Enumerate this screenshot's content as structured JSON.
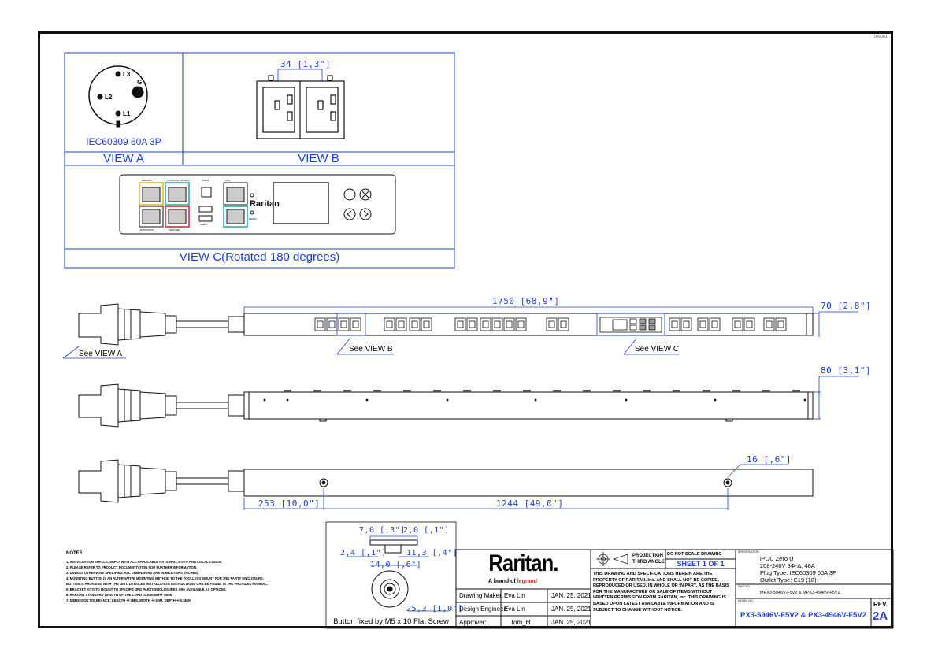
{
  "drawing": {
    "corner_code": "000001",
    "view_a": {
      "plug_label": "IEC60309 60A 3P",
      "pins": [
        "L3",
        "G",
        "L2",
        "L1"
      ],
      "title": "VIEW A"
    },
    "view_b": {
      "title": "VIEW B",
      "width_dim": "34 [1,3\"]"
    },
    "view_c": {
      "title": "VIEW C(Rotated 180 degrees)",
      "port_labels": [
        "SENSOR",
        "CONSOLE / MODEM",
        "USB-B",
        "ETH",
        "EXPANSION",
        "FEATURE",
        "USB-A",
        "RESET"
      ],
      "brand": "Raritan",
      "buttons": [
        "circle",
        "close",
        "left",
        "right"
      ]
    },
    "front_view": {
      "overall_dim": "1750 [68,9\"]",
      "depth_dim": "70 [2,8\"]",
      "callouts": [
        "See VIEW A",
        "See VIEW B",
        "See VIEW C"
      ]
    },
    "side_view": {
      "height_dim": "80 [3,1\"]"
    },
    "back_view": {
      "hole_dim": "16 [,6\"]",
      "left_offset_dim": "253 [10,0\"]",
      "hole_spacing_dim": "1244 [49,0\"]"
    },
    "button_detail": {
      "dims": [
        "7,0 [,3\"]",
        "2,0 [,1\"]",
        "2,4 [,1\"]",
        "11,3 [,4\"]",
        "14,0 [,6\"]",
        "25,3 [1,0\"]"
      ],
      "caption": "Button fixed by M5 x 10 Flat Screw"
    },
    "notes": {
      "heading": "NOTES:",
      "lines": [
        "1. INSTALLATION SHALL COMPLY WITH ALL APPLICABLE NATIONAL, STATE AND LOCAL CODES.",
        "2. PLEASE REFER TO PRODUCT DOCUMENTATION FOR FURTHER INFORMATION.",
        "3. UNLESS OTHERWISE SPECIFIED, ALL DIMENSIONS ARE IN MILLITERS [INCHES].",
        "4. MOUNTING BUTTON IS AN ALTERNATIVE MOUNTING METHOD TO THE TOOLLESS MOUNT FOR 3RD PARTY ENCLOSURE.",
        "   BUTTON IS PROVIDED WITH THE UNIT. DETAILED INSTALLATION INSTRUCTIONS CAN BE FOUND IN THE PROVIDED MANUAL.",
        "5. BRACKET KITS TO MOUNT TO SPECIFIC 3RD PARTY ENCLOSURES ARE AVAILABLE AS OPTIONS.",
        "6. RARITAN STANDARD LENGTH OF THE CORD IS 3000MM+/-70MM",
        "7. DIMENSION TOLERANCE: LENGTH +/-3MM, WIDTH +/-1MM, DEPTH +/-0.5MM"
      ]
    },
    "title_block": {
      "logo": "Raritan.",
      "logo_sub": "A brand of",
      "logo_sub_brand": "legrand",
      "maker_label": "Drawing Maker:",
      "maker": "Eva Lin",
      "maker_date": "JAN. 25, 2021",
      "engineer_label": "Design Engineer:",
      "engineer": "Eva Lin",
      "engineer_date": "JAN. 25, 2021",
      "approver_label": "Approver:",
      "approver": "Tom_H",
      "approver_date": "JAN. 25, 2021",
      "projection": "PROJECTION",
      "projection2": "THIRD ANGLE",
      "no_scale": "DO NOT SCALE DRAWING",
      "sheet": "SHEET 1 OF 1",
      "disclaimer": "THIS DRAWING AND SPECIFICATIONS HEREIN ARE THE PROPERTY OF RARITAN, Inc. AND SHALL NOT BE COPIED, REPRODUCED OR USED, IN WHOLE OR IN PART, AS THE BASIS FOR THE MANUFACTURE OR SALE OF ITEMS WITHOUT WRITTEN PERMISSION FROM RARITAN, Inc. THIS DRAWING IS BASED UPON LATEST AVAILABLE INFORMATION AND IS SUBJECT TO CHANGE WITHOUT NOTICE.",
      "spec_label": "SPECIFICATION",
      "spec_lines": [
        "iPDU Zero U",
        "208-240V 3Φ-Δ, 48A",
        "Plug Type: IEC60309 60A 3P",
        "Outlet Type: C19 (18)"
      ],
      "dwg_label": "DWG NO.",
      "dwg_no": "MPX3-5946V-F5V2 & MPX3-4946V-F5V2",
      "model_label": "MODEL NO.",
      "model_no": "PX3-5946V-F5V2 & PX3-4946V-F5V2",
      "rev_label": "REV.",
      "rev": "2A"
    },
    "colors": {
      "dim_blue": "#1f3fd1",
      "line": "#111111",
      "brand_red": "#d21f26"
    }
  }
}
